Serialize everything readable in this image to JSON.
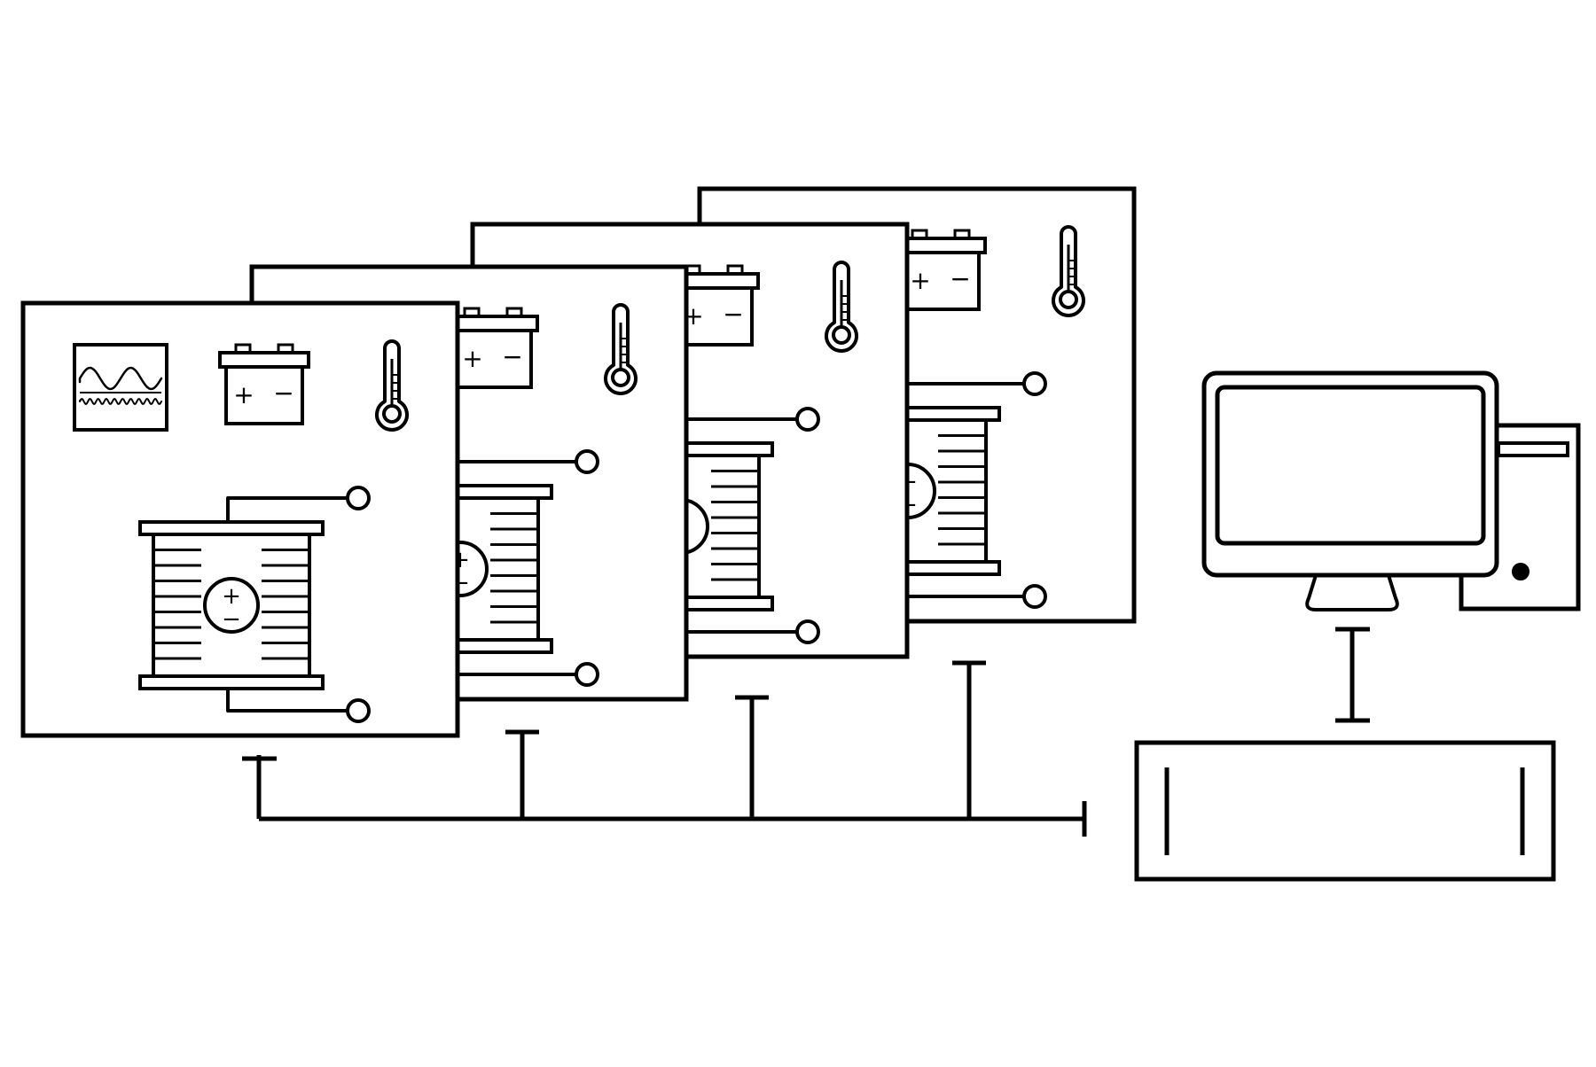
{
  "diagram": {
    "description_text": "",
    "colors": {
      "stroke": "#000000",
      "background": "#ffffff"
    },
    "test_panels": [
      {
        "id": "panel-4",
        "icons": [
          "battery-icon",
          "thermometer-icon"
        ],
        "has_oscilloscope": false
      },
      {
        "id": "panel-3",
        "icons": [
          "battery-icon",
          "thermometer-icon"
        ],
        "has_oscilloscope": false
      },
      {
        "id": "panel-2",
        "icons": [
          "battery-icon",
          "thermometer-icon"
        ],
        "has_oscilloscope": false
      },
      {
        "id": "panel-1",
        "icons": [
          "oscilloscope-icon",
          "battery-icon",
          "thermometer-icon"
        ],
        "has_oscilloscope": true
      }
    ],
    "battery_terminals": {
      "plus": "+",
      "minus": "−"
    },
    "cell_terminals": {
      "plus": "+",
      "minus": "−"
    },
    "computer": {
      "icons": [
        "monitor-icon",
        "computer-tower-icon"
      ]
    },
    "controller_unit": {
      "icon": "controller-box-icon"
    },
    "bus": {
      "drops": 4
    }
  }
}
